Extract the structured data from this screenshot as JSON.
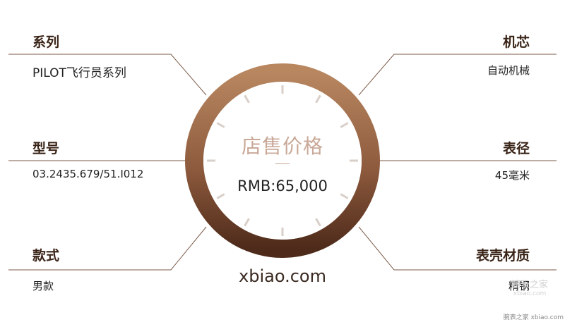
{
  "left_specs": [
    {
      "label": "系列",
      "value": "PILOT飞行员系列"
    },
    {
      "label": "型号",
      "value": "03.2435.679/51.I012"
    },
    {
      "label": "款式",
      "value": "男款"
    }
  ],
  "right_specs": [
    {
      "label": "机芯",
      "value": "自动机械"
    },
    {
      "label": "表径",
      "value": "45毫米"
    },
    {
      "label": "表壳材质",
      "value": "精钢"
    }
  ],
  "dial": {
    "title": "店售价格",
    "price": "RMB:65,000"
  },
  "site": "xbiao.com",
  "watermark": {
    "logo": "腕表之家",
    "sub": "xbiao.com",
    "bottom": "腕表之家 xbiao.com"
  },
  "colors": {
    "ring_light": "#b88760",
    "ring_dark": "#5a3220",
    "line": "#7a5a48",
    "tick": "#d9cfc9"
  }
}
